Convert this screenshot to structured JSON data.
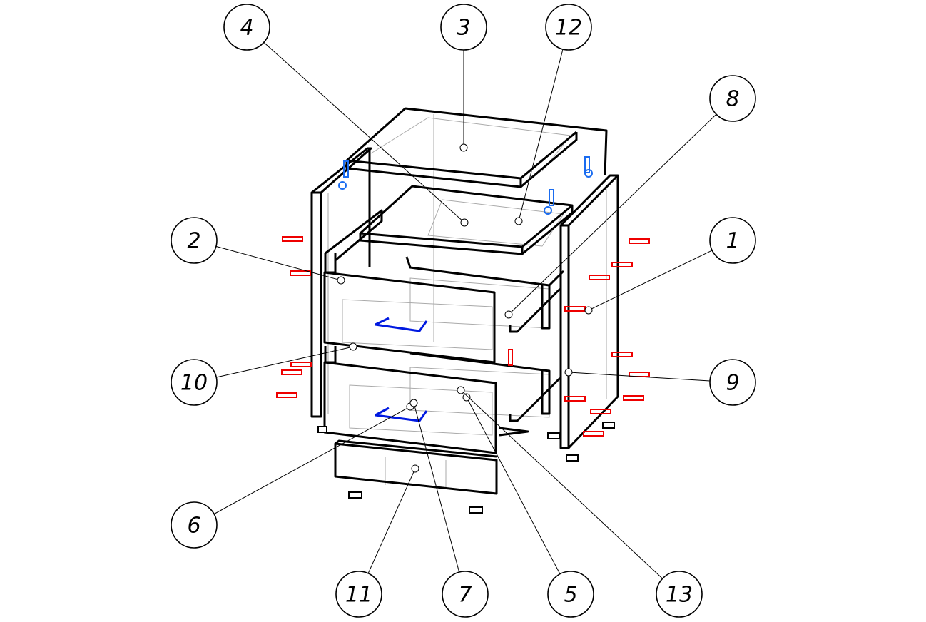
{
  "title": "Exploded assembly drawing of three-drawer cabinet",
  "balloons": [
    {
      "id": "4",
      "label": "4"
    },
    {
      "id": "3",
      "label": "3"
    },
    {
      "id": "12",
      "label": "12"
    },
    {
      "id": "8",
      "label": "8"
    },
    {
      "id": "2",
      "label": "2"
    },
    {
      "id": "1",
      "label": "1"
    },
    {
      "id": "10",
      "label": "10"
    },
    {
      "id": "9",
      "label": "9"
    },
    {
      "id": "6",
      "label": "6"
    },
    {
      "id": "11",
      "label": "11"
    },
    {
      "id": "7",
      "label": "7"
    },
    {
      "id": "5",
      "label": "5"
    },
    {
      "id": "13",
      "label": "13"
    }
  ],
  "colors": {
    "outline": "#000000",
    "hidden": "#aaaaaa",
    "fasteners": "#e00000",
    "handles": "#0019e0",
    "hinges": "#1a6cf0"
  }
}
